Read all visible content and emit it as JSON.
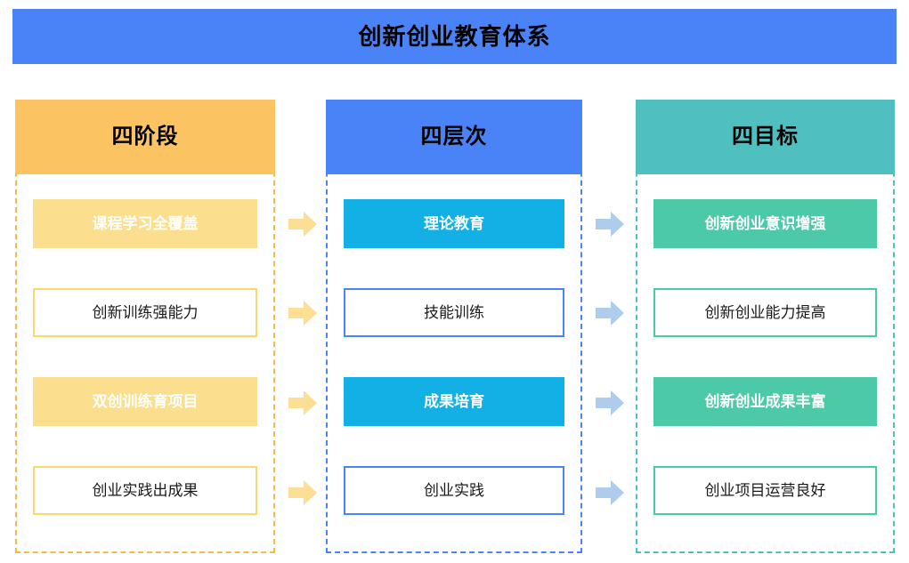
{
  "title": {
    "text": "创新创业教育体系",
    "bg_color": "#4a82f7",
    "text_color": "#000000"
  },
  "columns": [
    {
      "id": "stages",
      "header": "四阶段",
      "header_color": "#fbc362",
      "border_color": "#f5b945",
      "items": [
        {
          "label": "课程学习全覆盖",
          "style": "filled"
        },
        {
          "label": "创新训练强能力",
          "style": "outline"
        },
        {
          "label": "双创训练育项目",
          "style": "filled"
        },
        {
          "label": "创业实践出成果",
          "style": "outline"
        }
      ]
    },
    {
      "id": "levels",
      "header": "四层次",
      "header_color": "#4a82f7",
      "border_color": "#4a82f7",
      "items": [
        {
          "label": "理论教育",
          "style": "filled"
        },
        {
          "label": "技能训练",
          "style": "outline"
        },
        {
          "label": "成果培育",
          "style": "filled"
        },
        {
          "label": "创业实践",
          "style": "outline"
        }
      ]
    },
    {
      "id": "goals",
      "header": "四目标",
      "header_color": "#4fc0bf",
      "border_color": "#4fc0bf",
      "items": [
        {
          "label": "创新创业意识增强",
          "style": "filled"
        },
        {
          "label": "创新创业能力提高",
          "style": "outline"
        },
        {
          "label": "创新创业成果丰富",
          "style": "filled"
        },
        {
          "label": "创业项目运营良好",
          "style": "outline"
        }
      ]
    }
  ],
  "arrows": {
    "group_1_color": "#fcdf95",
    "group_2_color": "#aecdec",
    "icon": "arrow-right-icon",
    "count_per_group": 4
  }
}
